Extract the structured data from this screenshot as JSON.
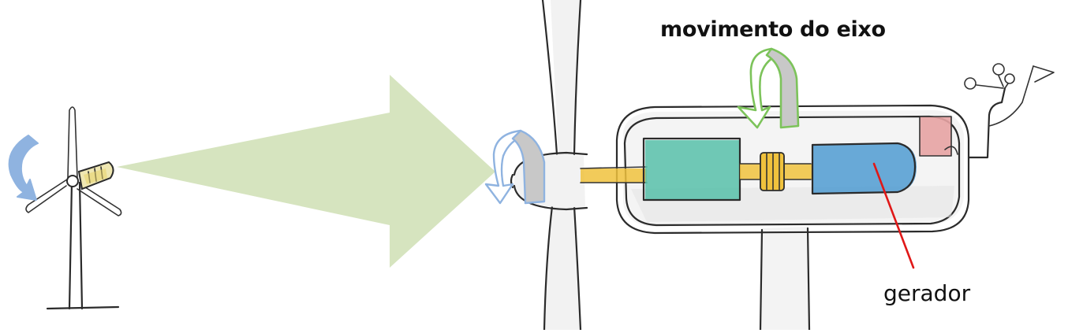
{
  "labels": {
    "shaft_motion": "movimento do eixo",
    "generator": "gerador"
  },
  "icons": {
    "rotor_rotation": "curved-arrow-icon",
    "shaft_rotation": "curved-arrow-icon",
    "zoom_indicator": "zoom-arrow"
  },
  "colors": {
    "rotor_arrow": "#8fb3e0",
    "shaft_arrow_outline": "#7cc35a",
    "arrow_fill": "#c8c8c8",
    "zoom_arrow": "#d6e4bf",
    "gearbox": "#57bfa9",
    "generator": "#4f9bd1",
    "shaft": "#f0c23d",
    "controller": "#e7a3a3",
    "pointer_line": "#e01818"
  }
}
